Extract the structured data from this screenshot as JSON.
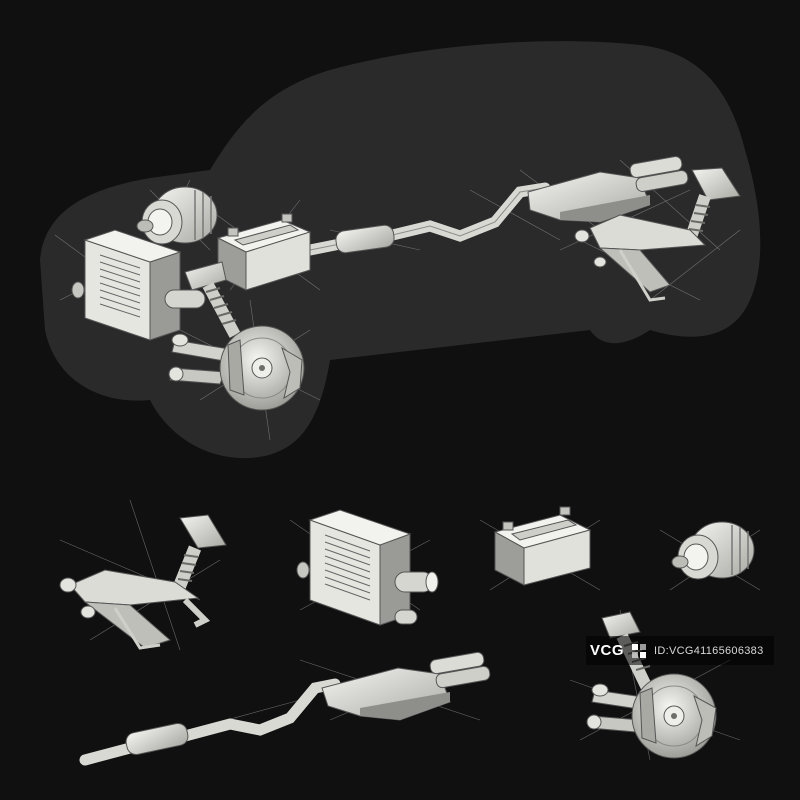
{
  "scene": {
    "background_color": "#101010",
    "car_silhouette_color": "#2b2a2b",
    "part_light_color": "#e8e8e3",
    "part_mid_color": "#bdbdb8",
    "part_dark_color": "#7e7e7a",
    "sketch_line_color": "#9a9a9a"
  },
  "parts": [
    {
      "id": "alternator",
      "icon": "alternator-icon"
    },
    {
      "id": "battery",
      "icon": "battery-icon"
    },
    {
      "id": "radiator",
      "icon": "radiator-icon"
    },
    {
      "id": "front-suspension",
      "icon": "shock-absorber-icon"
    },
    {
      "id": "brake-disc",
      "icon": "brake-disc-icon"
    },
    {
      "id": "exhaust-system",
      "icon": "exhaust-pipe-icon"
    },
    {
      "id": "rear-suspension",
      "icon": "control-arm-icon"
    }
  ],
  "watermark": {
    "logo": "VCG",
    "id_text": "ID:VCG41165606383"
  }
}
